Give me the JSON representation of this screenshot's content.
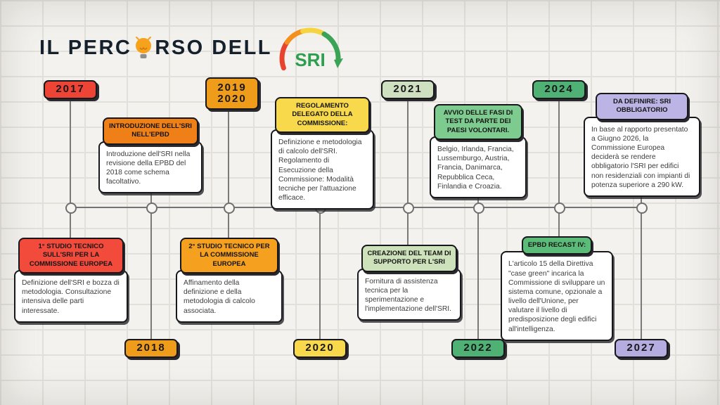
{
  "title": {
    "prefix": "IL PERC",
    "suffix": "RSO DELL",
    "highlight": "SRI"
  },
  "colors": {
    "gauge_red": "#e8432f",
    "gauge_orange": "#f2911d",
    "gauge_yellow": "#f5d43f",
    "gauge_green": "#3aa356",
    "sri_text": "#2e9e50",
    "bulb": "#f6a21d",
    "bulb_base": "#8e8e8e"
  },
  "timeline": {
    "events": [
      {
        "year": "2017",
        "badge_position": "top",
        "badge_color": "#ee4436",
        "card_position": "bottom",
        "header": "1° STUDIO TECNICO SULL'SRI PER LA COMMISSIONE EUROPEA",
        "header_color": "#f24b3c",
        "body": "Definizione dell'SRI e bozza di metodologia. Consultazione intensiva delle parti interessate."
      },
      {
        "year": "2018",
        "badge_position": "bottom",
        "badge_color": "#f09c1b",
        "card_position": "top",
        "header": "INTRODUZIONE DELL'SRI NELL'EPBD",
        "header_color": "#ef7f17",
        "body": "Introduzione dell'SRI nella revisione della EPBD del 2018 come schema facoltativo."
      },
      {
        "year": "2019 2020",
        "badge_position": "top",
        "badge_color": "#f09c1b",
        "card_position": "bottom",
        "header": "2° STUDIO TECNICO PER LA COMMISSIONE EUROPEA",
        "header_color": "#f5a01e",
        "body": "Affinamento della definizione e della metodologia di calcolo associata."
      },
      {
        "year": "2020",
        "badge_position": "bottom",
        "badge_color": "#f8d94c",
        "card_position": "top",
        "header": "REGOLAMENTO DELEGATO DELLA COMMISSIONE:",
        "header_color": "#f8d94c",
        "body": "Definizione e metodologia di calcolo dell'SRI. Regolamento di Esecuzione della Commissione: Modalità tecniche per l'attuazione efficace."
      },
      {
        "year": "2021",
        "badge_position": "top",
        "badge_color": "#cfe0c0",
        "card_position": "bottom",
        "header": "CREAZIONE DEL TEAM DI SUPPORTO PER L'SRI",
        "header_color": "#cde1ba",
        "body": "Fornitura di assistenza tecnica per la sperimentazione e l'implementazione dell'SRI."
      },
      {
        "year": "2022",
        "badge_position": "bottom",
        "badge_color": "#4fb173",
        "card_position": "top",
        "header": "AVVIO DELLE FASI DI TEST DA PARTE DEI PAESI VOLONTARI.",
        "header_color": "#7ecb8f",
        "body": "Belgio, Irlanda, Francia, Lussemburgo, Austria, Francia, Danimarca, Repubblica Ceca, Finlandia e Croazia."
      },
      {
        "year": "2024",
        "badge_position": "top",
        "badge_color": "#4fb173",
        "card_position": "bottom",
        "header": "EPBD RECAST IV:",
        "header_color": "#5bbb78",
        "body": "L'articolo 15 della Direttiva \"case green\" incarica la Commissione di sviluppare un sistema comune, opzionale a livello dell'Unione, per valutare il livello di predisposizione degli edifici all'intelligenza."
      },
      {
        "year": "2027",
        "badge_position": "bottom",
        "badge_color": "#b5addf",
        "card_position": "top",
        "header": "DA DEFINIRE: SRI OBBLIGATORIO",
        "header_color": "#bcb4e4",
        "body": "In base al rapporto presentato a Giugno 2026, la Commissione Europea deciderà se rendere obbligatorio l'SRI per edifici non residenziali con impianti di potenza superiore a 290 kW."
      }
    ]
  }
}
